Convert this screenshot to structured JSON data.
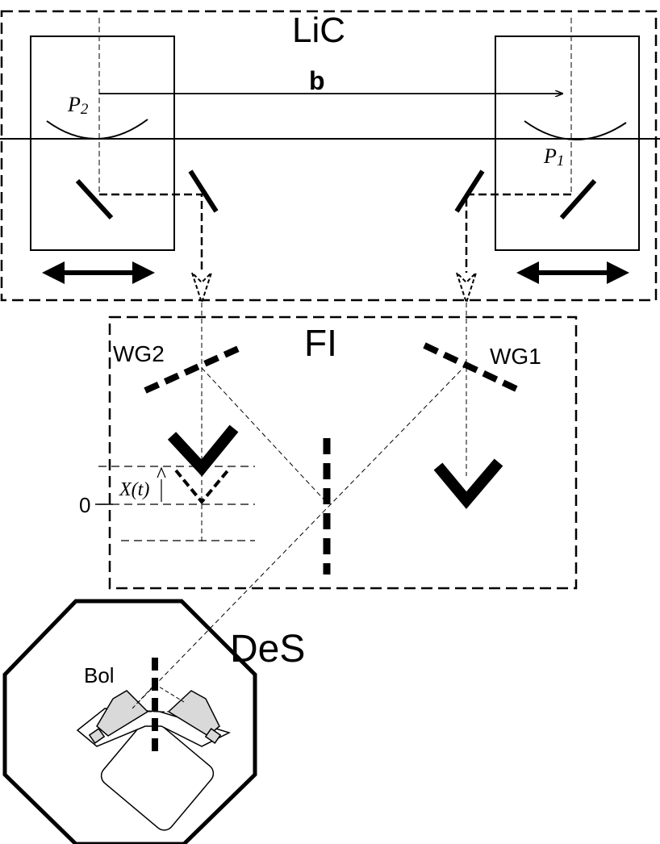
{
  "labels": {
    "lic": "LiC",
    "fi": "FI",
    "des": "DeS",
    "baseline": "b",
    "p2": "P2",
    "p1": "P1",
    "wg2": "WG2",
    "wg1": "WG1",
    "xt": "X(t)",
    "zero": "0",
    "bol": "Bol"
  },
  "colors": {
    "stroke": "#000000",
    "horn_fill": "#d9d9d9",
    "background": "#ffffff"
  }
}
